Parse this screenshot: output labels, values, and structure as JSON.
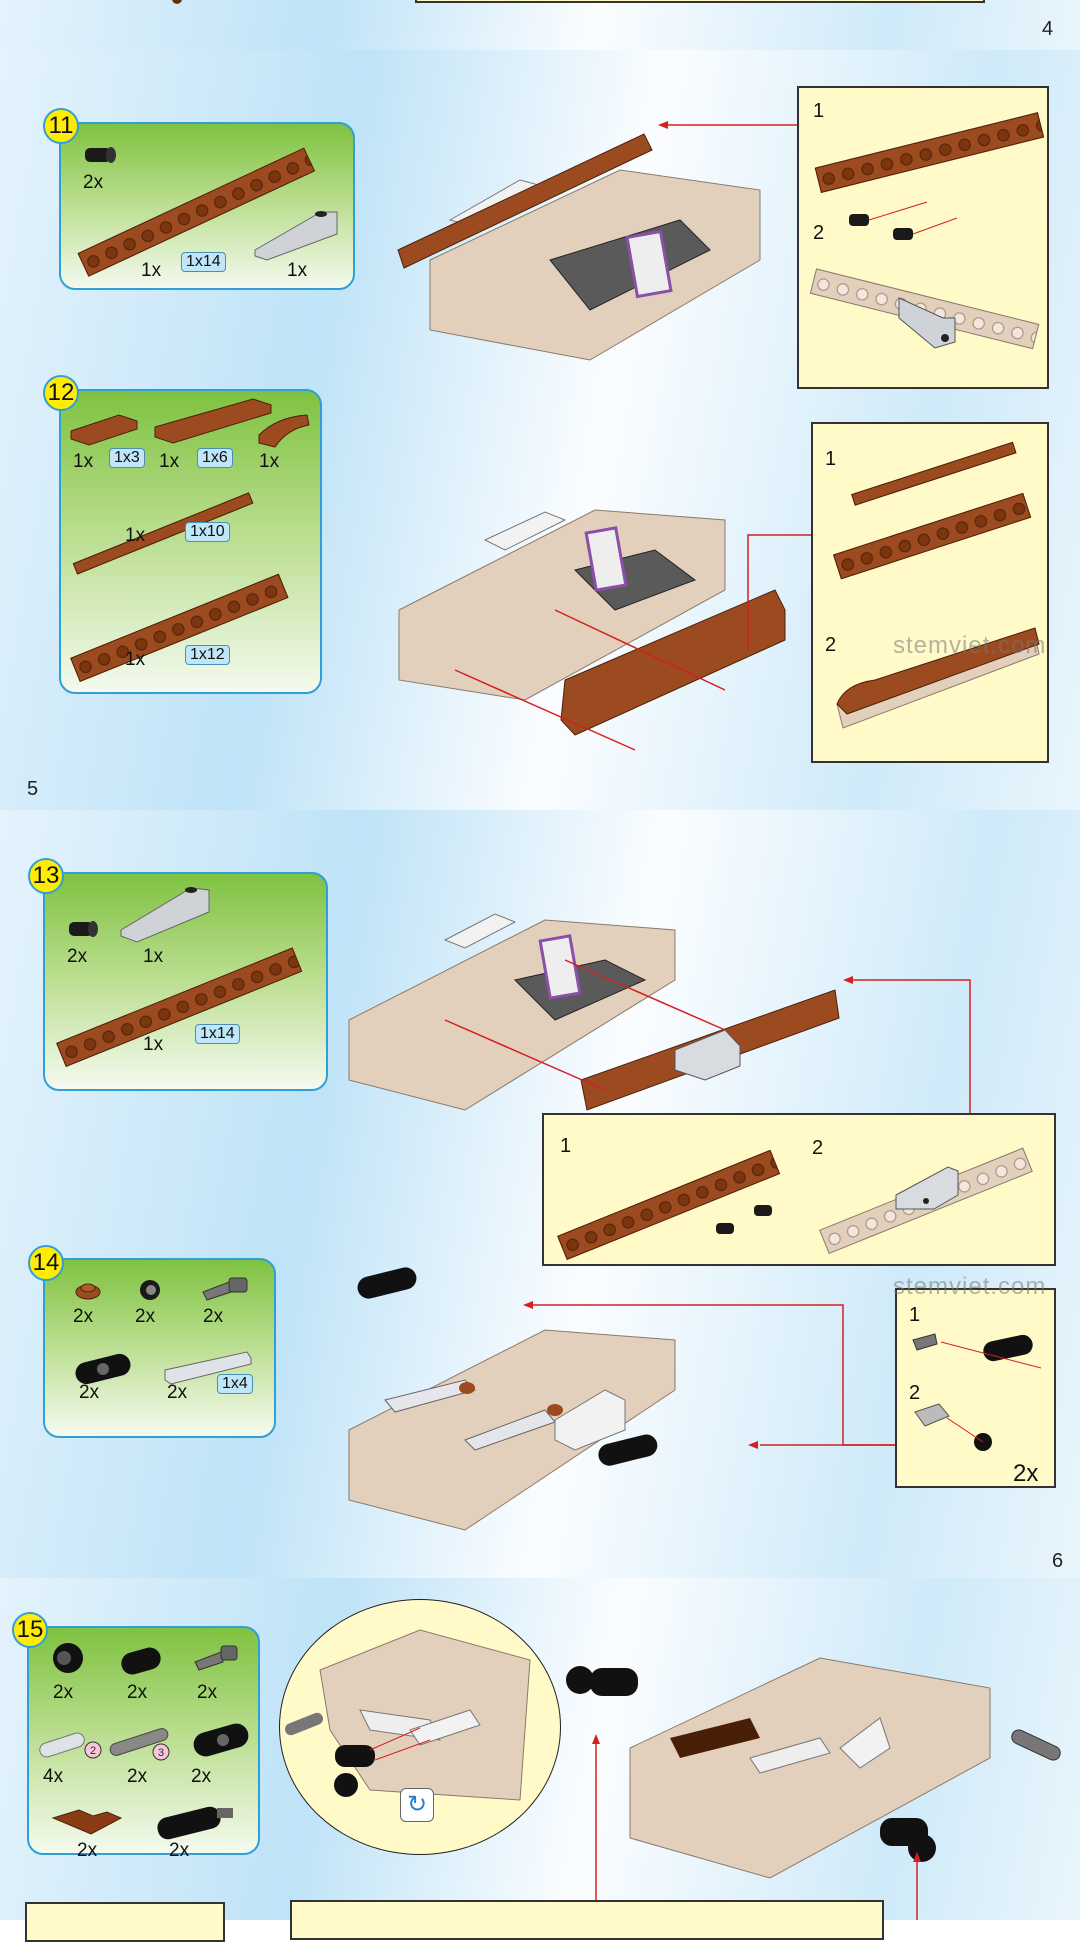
{
  "pages": {
    "p4": "4",
    "p5": "5",
    "p6": "6"
  },
  "watermarks": [
    "stemviet.com",
    "stemviet.com"
  ],
  "steps": {
    "s11": {
      "number": "11",
      "parts": [
        {
          "name": "black-pin",
          "qty": "2x"
        },
        {
          "name": "brown-technic-beam",
          "qty": "1x",
          "size": "1x14"
        },
        {
          "name": "gray-slope",
          "qty": "1x"
        }
      ]
    },
    "s12": {
      "number": "12",
      "parts": [
        {
          "name": "brown-tile",
          "qty": "1x",
          "size": "1x3"
        },
        {
          "name": "brown-tile",
          "qty": "1x",
          "size": "1x6"
        },
        {
          "name": "brown-curved-slope",
          "qty": "1x"
        },
        {
          "name": "brown-plate",
          "qty": "1x",
          "size": "1x10"
        },
        {
          "name": "brown-technic-beam",
          "qty": "1x",
          "size": "1x12"
        }
      ]
    },
    "s13": {
      "number": "13",
      "parts": [
        {
          "name": "black-pin",
          "qty": "2x"
        },
        {
          "name": "gray-slope",
          "qty": "1x"
        },
        {
          "name": "brown-technic-beam",
          "qty": "1x",
          "size": "1x14"
        }
      ]
    },
    "s14": {
      "number": "14",
      "parts": [
        {
          "name": "brown-round-plate",
          "qty": "2x"
        },
        {
          "name": "black-bush",
          "qty": "2x"
        },
        {
          "name": "gray-axle-pin",
          "qty": "2x"
        },
        {
          "name": "black-liftarm",
          "qty": "2x"
        },
        {
          "name": "gray-tile",
          "qty": "2x",
          "size": "1x4"
        }
      ]
    },
    "s15": {
      "number": "15",
      "parts": [
        {
          "name": "black-wheel",
          "qty": "2x"
        },
        {
          "name": "black-connector",
          "qty": "2x"
        },
        {
          "name": "gray-axle-pin",
          "qty": "2x"
        },
        {
          "name": "light-gray-axle",
          "qty": "4x",
          "length": "2"
        },
        {
          "name": "dark-gray-axle",
          "qty": "2x",
          "length": "3"
        },
        {
          "name": "black-liftarm",
          "qty": "2x"
        },
        {
          "name": "brown-corner-plate",
          "qty": "2x"
        },
        {
          "name": "black-liftarm-with-pin",
          "qty": "2x"
        }
      ]
    }
  },
  "insets": {
    "p5a": {
      "labels": [
        "1",
        "2"
      ]
    },
    "p5b": {
      "labels": [
        "1",
        "2"
      ]
    },
    "p6a": {
      "labels": [
        "1",
        "2"
      ]
    },
    "p6b": {
      "labels": [
        "1",
        "2"
      ],
      "qty": "2x"
    }
  },
  "colors": {
    "brown": "#9c4a1f",
    "tan": "#e2d0bd",
    "inset": "#fffac8",
    "arrow": "#d42020",
    "badge": "#ffec00",
    "frame": "#2f9fd8"
  }
}
